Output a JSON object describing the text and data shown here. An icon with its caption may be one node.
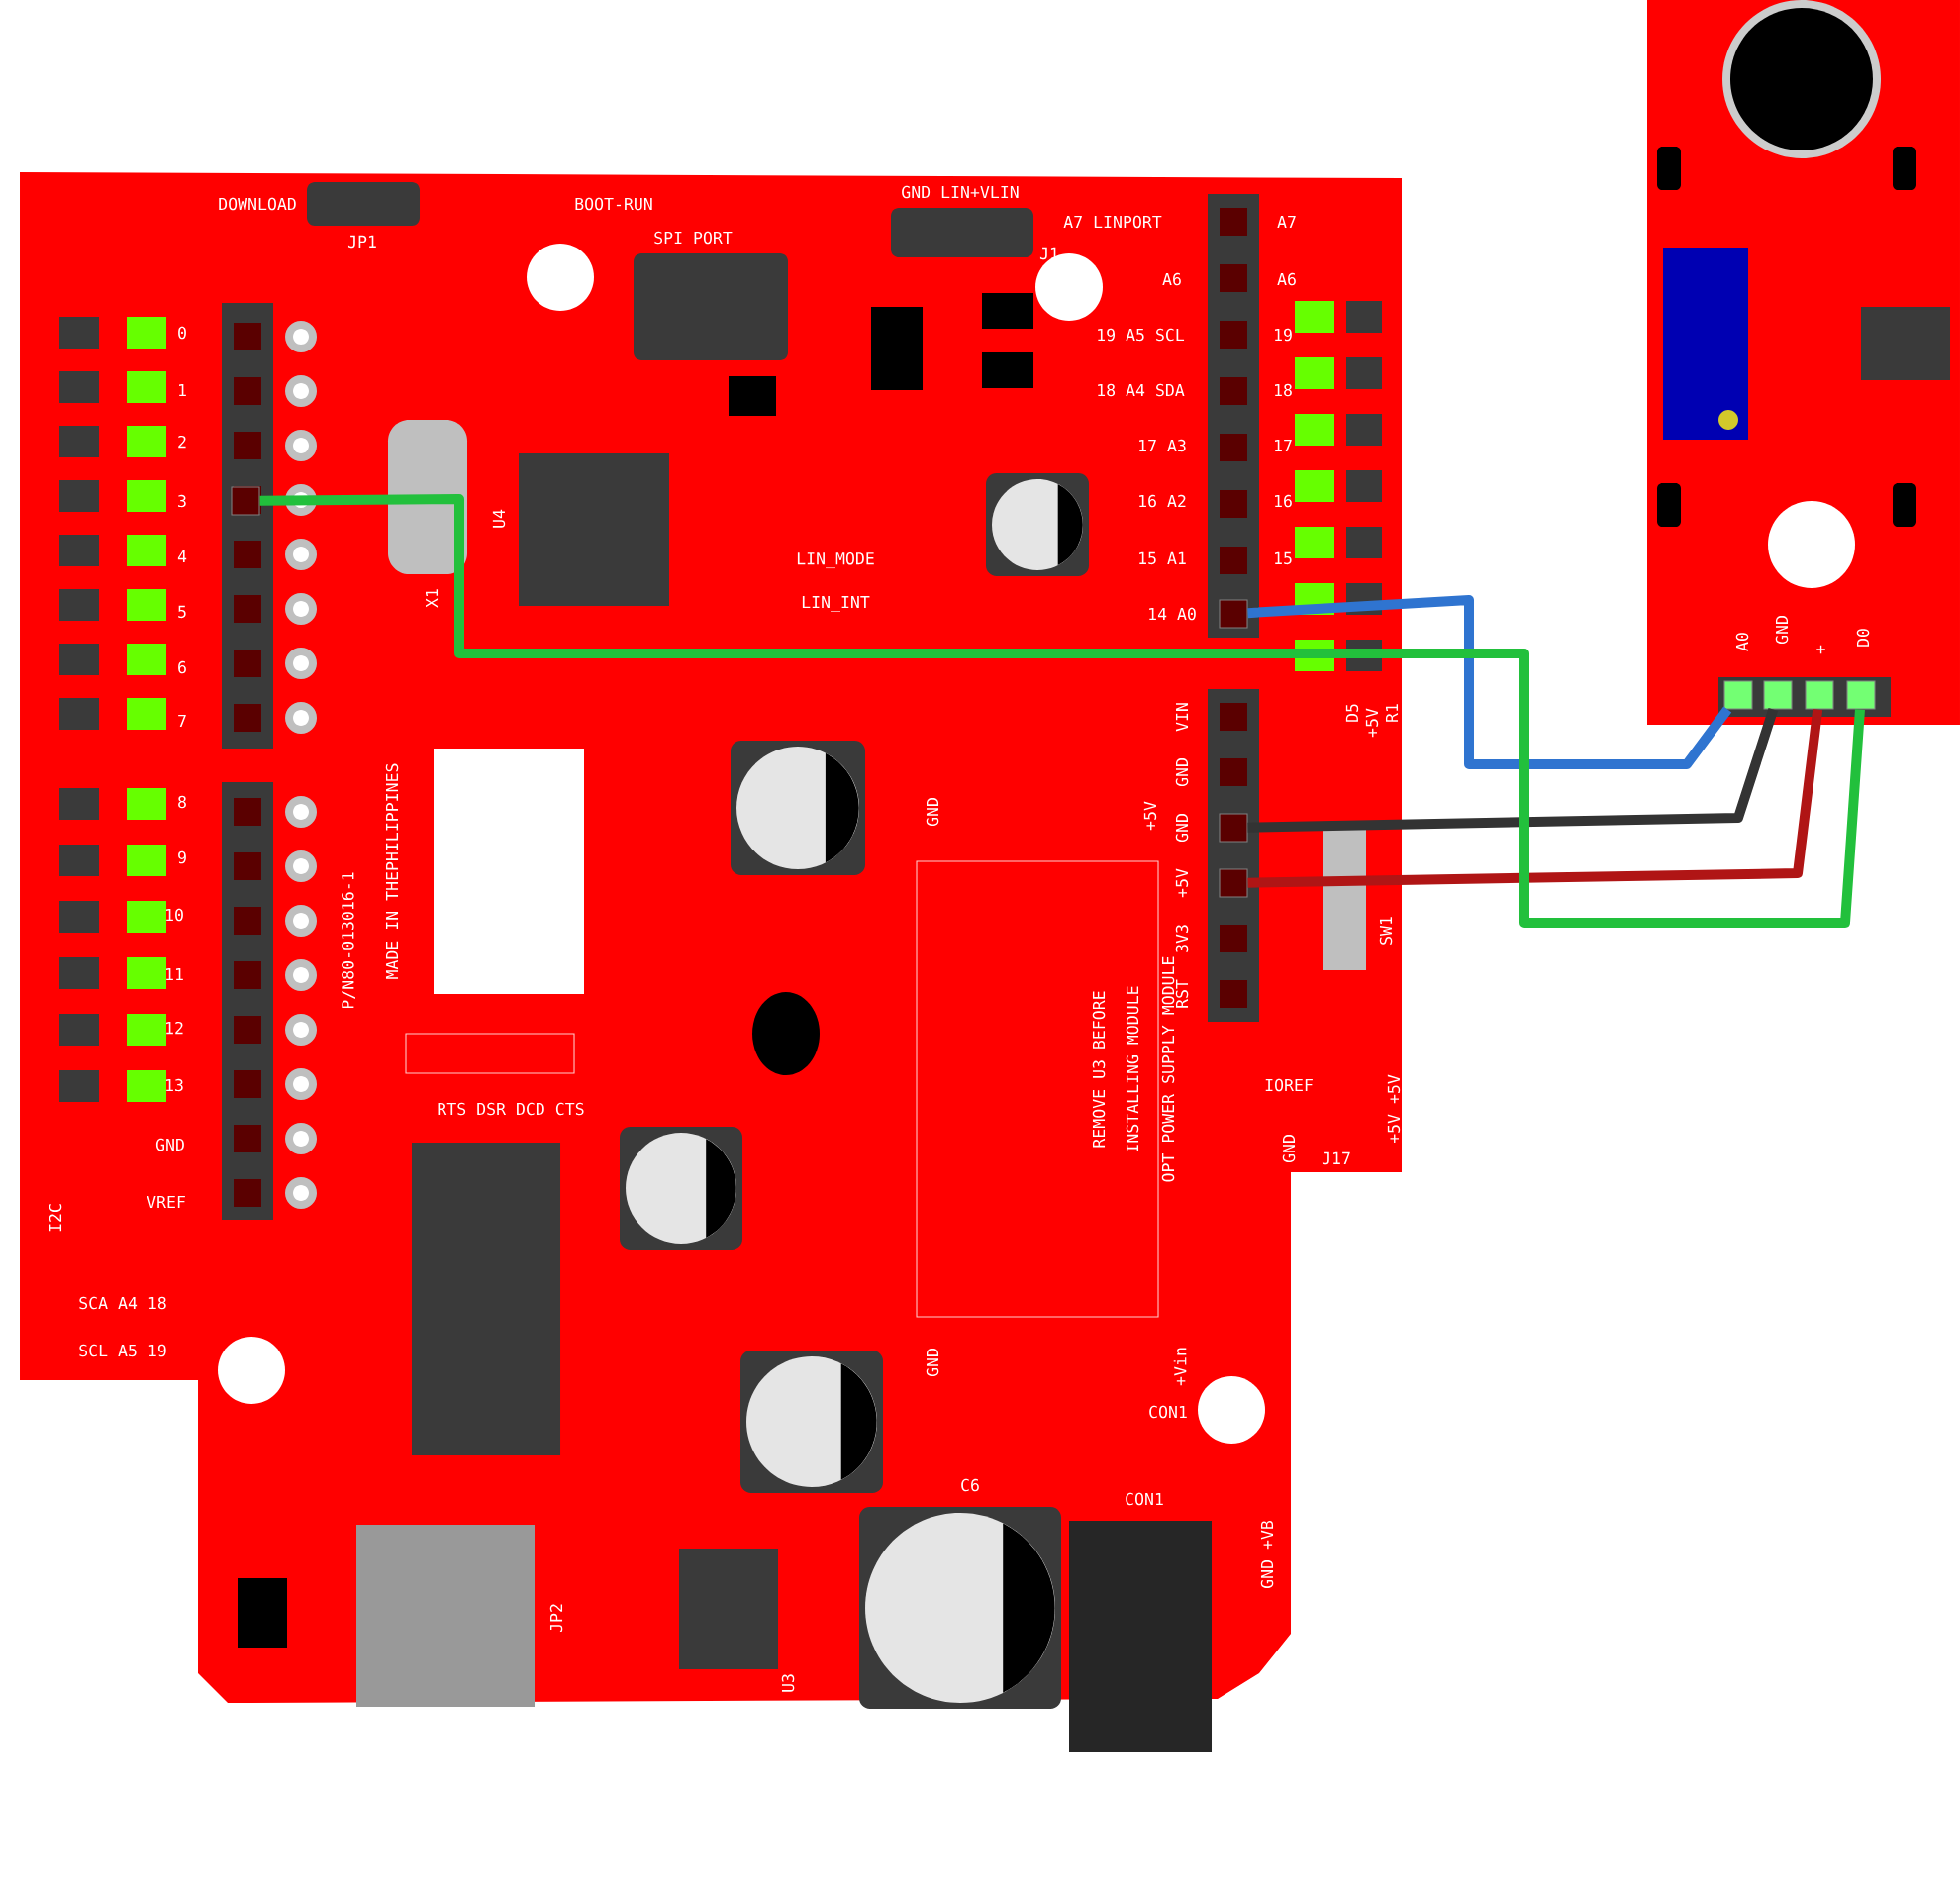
{
  "diagram": {
    "nodes": [
      {
        "text": [],
        "shape": "picture"
      },
      {
        "text": [],
        "shape": "box",
        "in": 0,
        "beside": [
          "3"
        ]
      },
      {
        "text": [],
        "shape": "box",
        "in": 0,
        "beside": [
          "14 A0"
        ]
      },
      {
        "text": [],
        "shape": "box",
        "in": 0,
        "beside": [
          "GND"
        ]
      },
      {
        "text": [],
        "shape": "box",
        "in": 0,
        "beside": [
          "+5V"
        ]
      },
      {
        "text": [],
        "shape": "picture"
      },
      {
        "text": [],
        "shape": "box",
        "in": 5,
        "beside": [
          "A0"
        ]
      },
      {
        "text": [],
        "shape": "box",
        "in": 5,
        "beside": [
          "GND"
        ]
      },
      {
        "text": [],
        "shape": "box",
        "in": 5,
        "beside": [
          "+"
        ]
      },
      {
        "text": [],
        "shape": "box",
        "in": 5,
        "beside": [
          "D0"
        ]
      }
    ],
    "edges": [
      {
        "from": 2,
        "to": 6,
        "arrow": "none",
        "color": "#2f74d0"
      },
      {
        "from": 3,
        "to": 7,
        "arrow": "none",
        "color": "#333333"
      },
      {
        "from": 4,
        "to": 8,
        "arrow": "none",
        "color": "#b01515"
      },
      {
        "from": 1,
        "to": 9,
        "arrow": "none",
        "color": "#22c03c"
      }
    ],
    "labels": [
      "DOWNLOAD",
      "JP1",
      "BOOT-RUN",
      "SPI PORT",
      "GND LIN+VLIN",
      "J1",
      "0",
      "1",
      "2",
      "4",
      "5",
      "6",
      "7",
      "8",
      "9",
      "10",
      "11",
      "12",
      "13",
      "GND",
      "VREF",
      "A7 LINPORT",
      "A6",
      "19 A5 SCL",
      "18 A4 SDA",
      "17 A3",
      "16 A2",
      "15 A1",
      "A7",
      "A6",
      "19",
      "18",
      "17",
      "16",
      "15",
      "VIN",
      "GND",
      "3V3",
      "RST",
      "D5",
      "+5V",
      "R1",
      "SW1",
      "IOREF",
      "+5V +5V",
      "GND",
      "J17",
      "LIN_MODE",
      "LIN_INT",
      "U4",
      "X1",
      "P/N80-013016-1",
      "MADE IN THEPHILIPPINES",
      "RTS DSR DCD CTS",
      "I2C",
      "SCA A4 18",
      "SCL A5 19",
      "GND",
      "+5V",
      "REMOVE U3 BEFORE",
      "INSTALLING MODULE",
      "OPT POWER SUPPLY MODULE",
      "GND",
      "+Vin",
      "CON1",
      "CON1",
      "GND +VB",
      "JP2",
      "U3",
      "C6"
    ]
  }
}
